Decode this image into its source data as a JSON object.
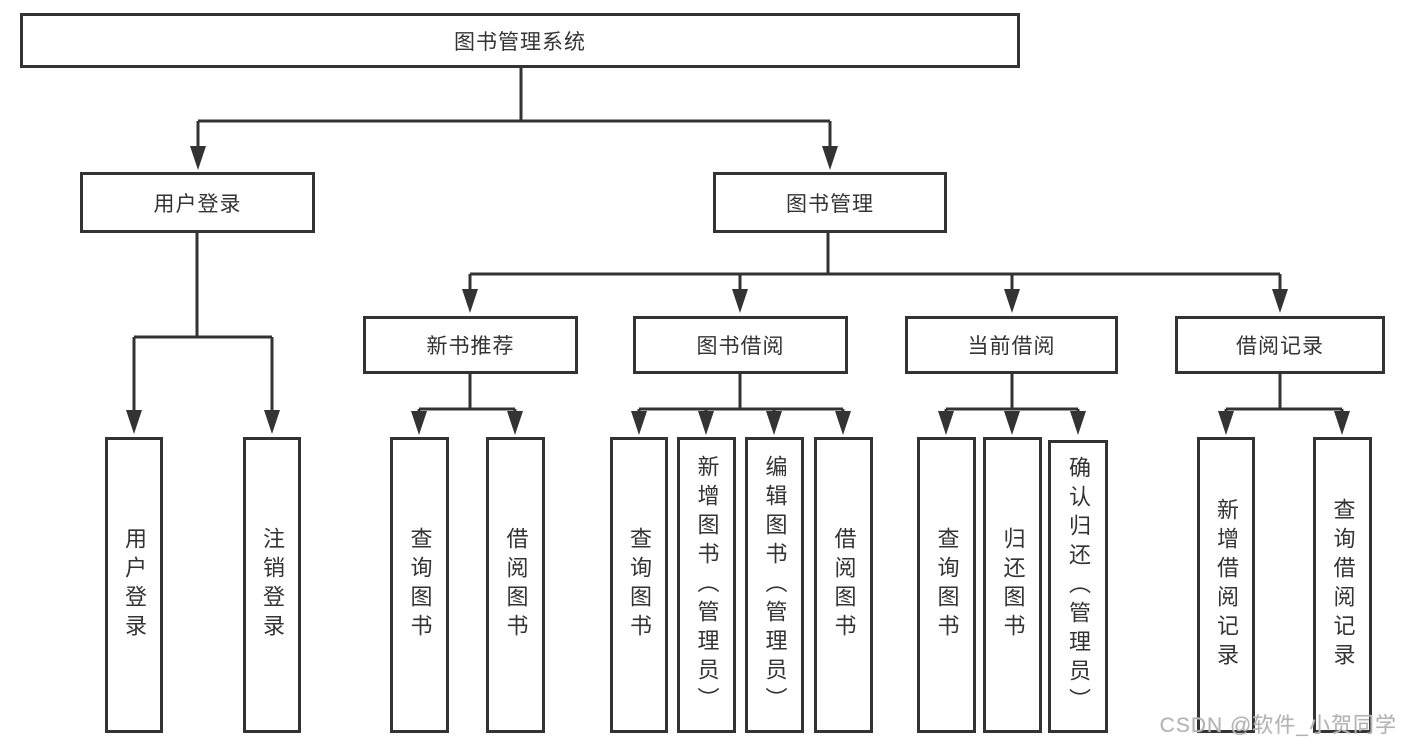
{
  "diagram": {
    "title": "图书管理系统",
    "colors": {
      "line": "#333333",
      "text": "#333333",
      "box_background": "#ffffff",
      "watermark": "#b3b3b3"
    },
    "nodes": {
      "root": {
        "label": "图书管理系统"
      },
      "level2": [
        {
          "label": "用户登录"
        },
        {
          "label": "图书管理"
        }
      ],
      "level3": [
        {
          "label": "新书推荐"
        },
        {
          "label": "图书借阅"
        },
        {
          "label": "当前借阅"
        },
        {
          "label": "借阅记录"
        }
      ],
      "leaves": [
        {
          "label": "用户登录"
        },
        {
          "label": "注销登录"
        },
        {
          "label": "查询图书"
        },
        {
          "label": "借阅图书"
        },
        {
          "label": "查询图书"
        },
        {
          "label": "新增图书（管理员）"
        },
        {
          "label": "编辑图书（管理员）"
        },
        {
          "label": "借阅图书"
        },
        {
          "label": "查询图书"
        },
        {
          "label": "归还图书"
        },
        {
          "label": "确认归还（管理员）"
        },
        {
          "label": "新增借阅记录"
        },
        {
          "label": "查询借阅记录"
        }
      ]
    },
    "watermark": {
      "text": "CSDN @软件_小贺同学"
    }
  }
}
